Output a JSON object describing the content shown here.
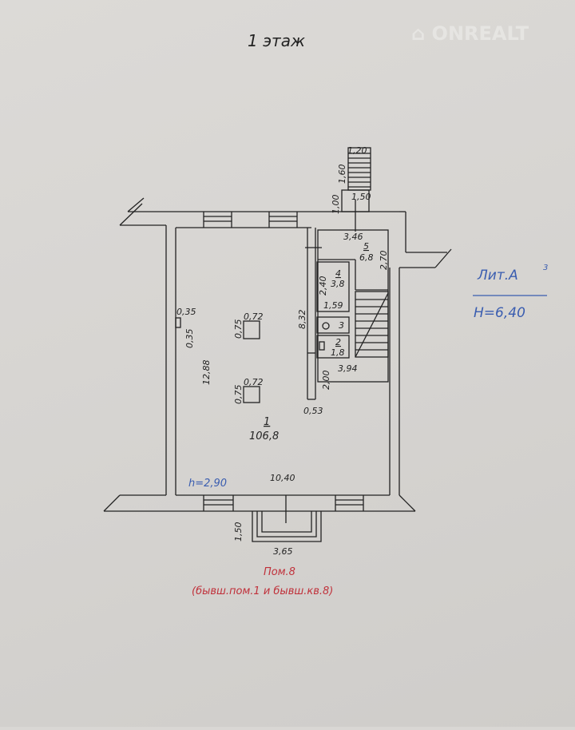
{
  "title": "1 этаж",
  "watermark": "ONREALT",
  "litera": {
    "label": "Лит.А",
    "sup": "3",
    "height": "Н=6,40",
    "color": "#3a5db0"
  },
  "room_caption": {
    "line1": "Пом.8",
    "line2": "(бывш.пом.1 и бывш.кв.8)",
    "color": "#c0303a"
  },
  "rooms": [
    {
      "num": "1",
      "area": "106,8"
    },
    {
      "num": "2",
      "area": "1,8"
    },
    {
      "num": "3"
    },
    {
      "num": "4",
      "area": "3,8"
    },
    {
      "num": "5",
      "area": "6,8"
    }
  ],
  "ceiling_height": "h=2,90",
  "dims": {
    "stair_w": "1,20",
    "stair_l": "1,60",
    "porch_l": "1,00",
    "porch_w": "1,50",
    "r5_w": "3,46",
    "r5_l": "2,70",
    "r4_l": "2,40",
    "r4_w": "1,59",
    "r2_w": "3,94",
    "part_l": "8,32",
    "part2_l": "2,00",
    "part_w": "0,53",
    "niche_a": "0,35",
    "niche_b": "0,35",
    "col1_w": "0,72",
    "col1_l": "0,75",
    "col2_w": "0,72",
    "col2_l": "0,75",
    "hall_l": "12,88",
    "hall_w": "10,40",
    "entry_l": "1,50",
    "entry_w": "3,65"
  }
}
